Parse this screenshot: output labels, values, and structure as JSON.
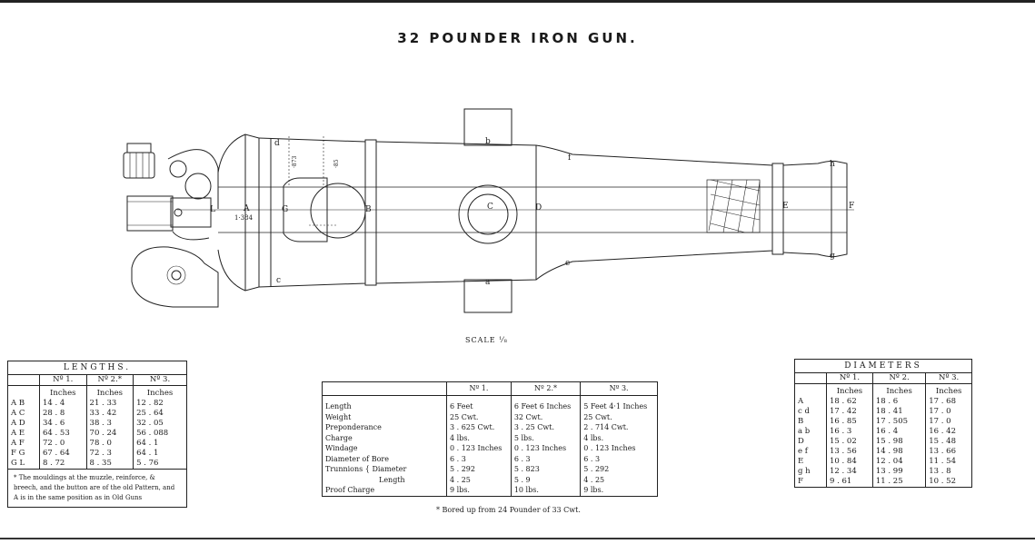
{
  "title": "32 POUNDER IRON GUN.",
  "drawing": {
    "labels": {
      "A": "A",
      "A_value": "1·384",
      "B": "B",
      "C": "C",
      "D": "D",
      "E": "E",
      "F": "F",
      "G": "G",
      "L": "L",
      "a": "a",
      "b": "b",
      "c": "c",
      "d": "d",
      "e": "e",
      "f": "f",
      "g": "g",
      "h": "h",
      "dim1": "·873",
      "dim2": "·85"
    },
    "scale": "SCALE ⅟₈"
  },
  "lengths": {
    "header": "LENGTHS.",
    "columns": [
      "Nº 1.",
      "Nº 2.*",
      "Nº 3."
    ],
    "unit": "Inches",
    "rows": [
      {
        "label": "A B",
        "v": [
          "14 . 4",
          "21 . 33",
          "12 . 82"
        ]
      },
      {
        "label": "A C",
        "v": [
          "28 . 8",
          "33 . 42",
          "25 . 64"
        ]
      },
      {
        "label": "A D",
        "v": [
          "34 . 6",
          "38 . 3",
          "32 . 05"
        ]
      },
      {
        "label": "A E",
        "v": [
          "64 . 53",
          "70 . 24",
          "56 . 088"
        ]
      },
      {
        "label": "A F",
        "v": [
          "72 . 0",
          "78 . 0",
          "64 . 1"
        ]
      },
      {
        "label": "F G",
        "v": [
          "67 . 64",
          "72 . 3",
          "64 . 1"
        ]
      },
      {
        "label": "G L",
        "v": [
          "8 . 72",
          "8 . 35",
          "5 . 76"
        ]
      }
    ],
    "note": "* The mouldings at the muzzle, reinforce, & breech, and the button are of the old Pattern, and A is in the same position as in Old Guns"
  },
  "particulars": {
    "columns": [
      "Nº 1.",
      "Nº 2.*",
      "Nº 3."
    ],
    "rows": [
      {
        "label": "Length",
        "v": [
          "6 Feet",
          "6 Feet 6 Inches",
          "5 Feet 4·1 Inches"
        ]
      },
      {
        "label": "Weight",
        "v": [
          "25 Cwt.",
          "32 Cwt.",
          "25 Cwt."
        ]
      },
      {
        "label": "Preponderance",
        "v": [
          "3 . 625 Cwt.",
          "3 . 25 Cwt.",
          "2 . 714 Cwt."
        ]
      },
      {
        "label": "Charge",
        "v": [
          "4 lbs.",
          "5 lbs.",
          "4 lbs."
        ]
      },
      {
        "label": "Windage",
        "v": [
          "0 . 123 Inches",
          "0 . 123 Inches",
          "0 . 123 Inches"
        ]
      },
      {
        "label": "Diameter of Bore",
        "v": [
          "6 . 3",
          "6 . 3",
          "6 . 3"
        ]
      },
      {
        "label": "Trunnions",
        "sub": "Diameter",
        "v": [
          "5 . 292",
          "5 . 823",
          "5 . 292"
        ]
      },
      {
        "label": "",
        "sub": "Length",
        "v": [
          "4 . 25",
          "5 . 9",
          "4 . 25"
        ]
      },
      {
        "label": "Proof Charge",
        "v": [
          "9 lbs.",
          "10 lbs.",
          "9 lbs."
        ]
      }
    ],
    "footnote": "* Bored up from 24 Pounder of 33 Cwt."
  },
  "diameters": {
    "header": "DIAMETERS",
    "columns": [
      "Nº 1.",
      "Nº 2.",
      "Nº 3."
    ],
    "unit": "Inches",
    "rows": [
      {
        "label": "A",
        "v": [
          "18 . 62",
          "18 . 6",
          "17 . 68"
        ]
      },
      {
        "label": "c  d",
        "v": [
          "17 . 42",
          "18 . 41",
          "17 . 0"
        ]
      },
      {
        "label": "B",
        "v": [
          "16 . 85",
          "17 . 505",
          "17 . 0"
        ]
      },
      {
        "label": "a  b",
        "v": [
          "16 . 3",
          "16 . 4",
          "16 . 42"
        ]
      },
      {
        "label": "D",
        "v": [
          "15 . 02",
          "15 . 98",
          "15 . 48"
        ]
      },
      {
        "label": "e  f",
        "v": [
          "13 . 56",
          "14 . 98",
          "13 . 66"
        ]
      },
      {
        "label": "E",
        "v": [
          "10 . 84",
          "12 . 04",
          "11 . 54"
        ]
      },
      {
        "label": "g  h",
        "v": [
          "12 . 34",
          "13 . 99",
          "13 . 8"
        ]
      },
      {
        "label": "F",
        "v": [
          "9 . 61",
          "11 . 25",
          "10 . 52"
        ]
      }
    ]
  }
}
